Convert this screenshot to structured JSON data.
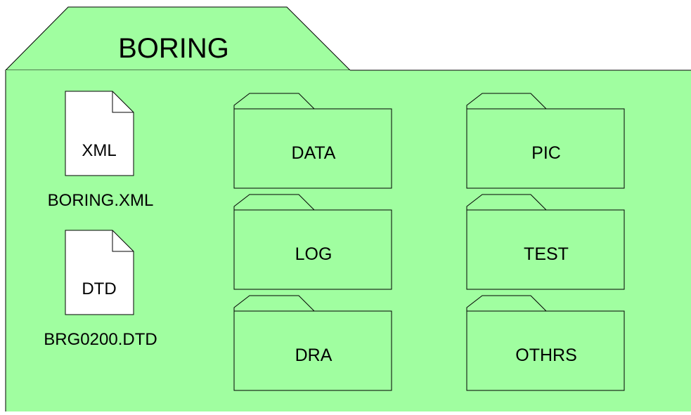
{
  "root_folder": {
    "label": "BORING",
    "color": "#a0fea0"
  },
  "files": [
    {
      "icon_text": "XML",
      "filename": "BORING.XML",
      "icon": "document-icon"
    },
    {
      "icon_text": "DTD",
      "filename": "BRG0200.DTD",
      "icon": "document-icon"
    }
  ],
  "subfolders": [
    {
      "label": "DATA",
      "icon": "folder-icon"
    },
    {
      "label": "PIC",
      "icon": "folder-icon"
    },
    {
      "label": "LOG",
      "icon": "folder-icon"
    },
    {
      "label": "TEST",
      "icon": "folder-icon"
    },
    {
      "label": "DRA",
      "icon": "folder-icon"
    },
    {
      "label": "OTHRS",
      "icon": "folder-icon"
    }
  ]
}
